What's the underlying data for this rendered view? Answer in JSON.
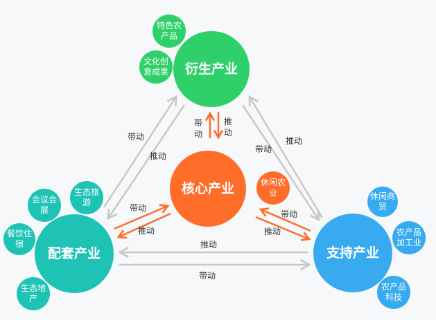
{
  "colors": {
    "derived": "#2fd06a",
    "core": "#ff6d2a",
    "matching": "#1fc3b5",
    "support": "#37aaf0",
    "gray_arrow": "#c8c8c8",
    "orange_arrow": "#ff6d2a"
  },
  "nodes": {
    "derived": {
      "label": "衍生产业",
      "sub": [
        "特色农产品",
        "文化创意成果"
      ]
    },
    "core": {
      "label": "核心产业",
      "sub": [
        "休闲农业"
      ]
    },
    "matching": {
      "label": "配套产业",
      "sub": [
        "生态旅游",
        "会议会展",
        "餐饮住宿",
        "生态地产"
      ]
    },
    "support": {
      "label": "支持产业",
      "sub": [
        "休闲商贸",
        "农产品加工业",
        "农产品科技"
      ]
    }
  },
  "labels": {
    "drive": "带动",
    "push": "推动"
  }
}
